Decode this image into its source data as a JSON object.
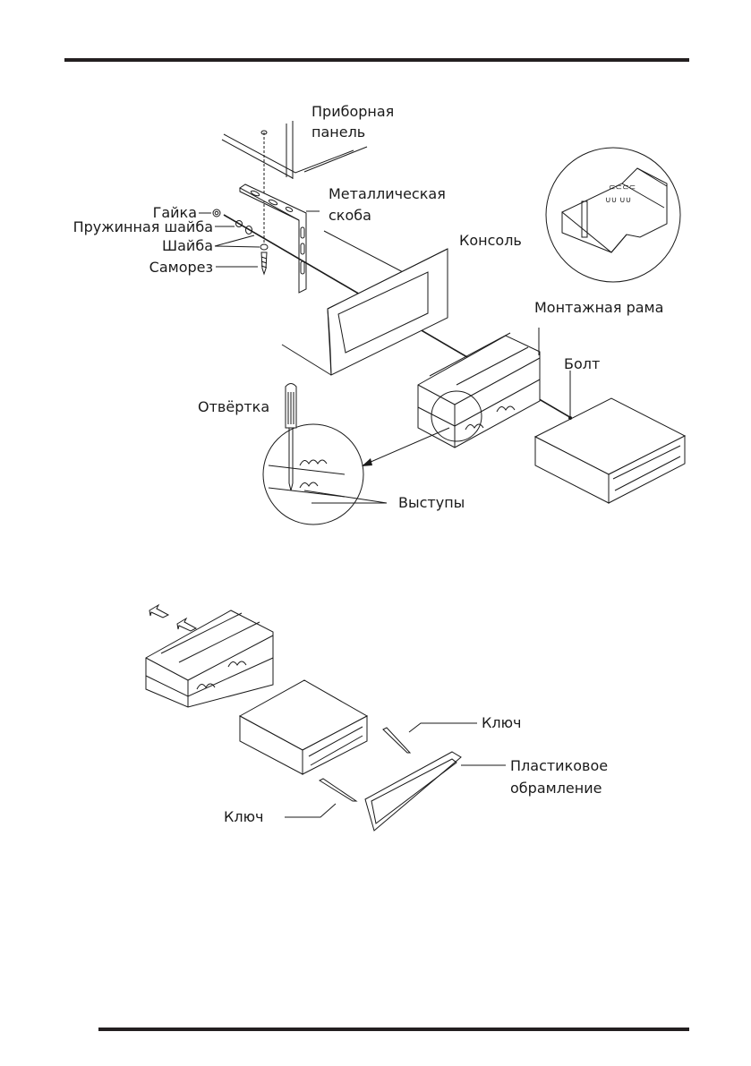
{
  "page": {
    "header_rule": true,
    "footer_rule": true
  },
  "figure_installation": {
    "labels": {
      "instrument_panel_line1": "Приборная",
      "instrument_panel_line2": "панель",
      "metal_bracket_line1": "Металлическая",
      "metal_bracket_line2": "скоба",
      "nut": "Гайка",
      "spring_washer": "Пружинная шайба",
      "washer": "Шайба",
      "self_tapping_screw": "Саморез",
      "console": "Консоль",
      "mounting_frame": "Монтажная рама",
      "bolt": "Болт",
      "screwdriver": "Отвёртка",
      "tabs": "Выступы"
    }
  },
  "figure_removal": {
    "labels": {
      "key_top": "Ключ",
      "plastic_trim_line1": "Пластиковое",
      "plastic_trim_line2": "обрамление",
      "key_bottom": "Ключ"
    }
  }
}
